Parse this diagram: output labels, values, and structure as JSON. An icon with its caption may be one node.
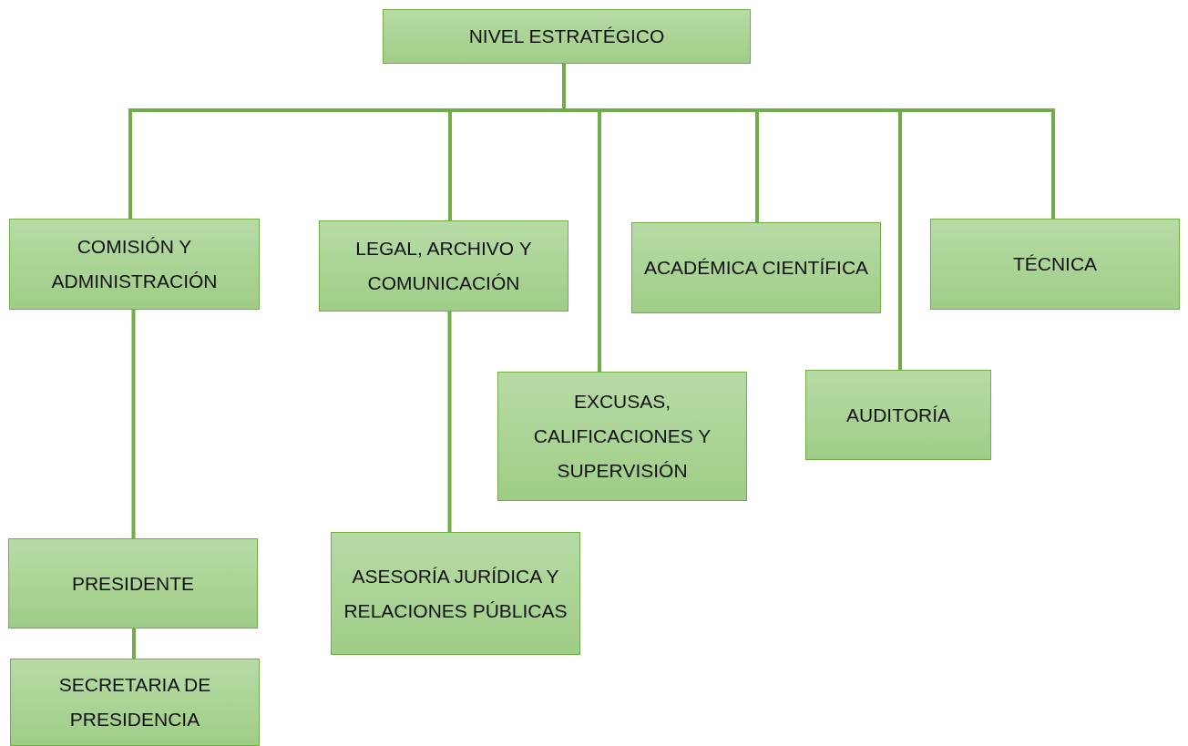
{
  "diagram": {
    "nodes": [
      {
        "text": [
          "NIVEL ESTRATÉGICO"
        ]
      },
      {
        "text": [
          "COMISIÓN Y ADMINISTRACIÓN"
        ]
      },
      {
        "text": [
          "LEGAL, ARCHIVO Y COMUNICACIÓN"
        ]
      },
      {
        "text": [
          "ACADÉMICA CIENTÍFICA"
        ]
      },
      {
        "text": [
          "TÉCNICA"
        ]
      },
      {
        "text": [
          "EXCUSAS, CALIFICACIONES Y SUPERVISIÓN"
        ]
      },
      {
        "text": [
          "AUDITORÍA"
        ]
      },
      {
        "text": [
          "PRESIDENTE"
        ]
      },
      {
        "text": [
          "ASESORÍA JURÍDICA Y RELACIONES PÚBLICAS"
        ]
      },
      {
        "text": [
          "SECRETARIA DE PRESIDENCIA"
        ]
      }
    ],
    "edges": [
      {
        "from": 0,
        "to": 1,
        "arrow": "none"
      },
      {
        "from": 0,
        "to": 2,
        "arrow": "none"
      },
      {
        "from": 0,
        "to": 5,
        "arrow": "none"
      },
      {
        "from": 0,
        "to": 3,
        "arrow": "none"
      },
      {
        "from": 0,
        "to": 6,
        "arrow": "none"
      },
      {
        "from": 0,
        "to": 4,
        "arrow": "none"
      },
      {
        "from": 1,
        "to": 7,
        "arrow": "none"
      },
      {
        "from": 2,
        "to": 8,
        "arrow": "none"
      },
      {
        "from": 7,
        "to": 9,
        "arrow": "none"
      }
    ]
  }
}
